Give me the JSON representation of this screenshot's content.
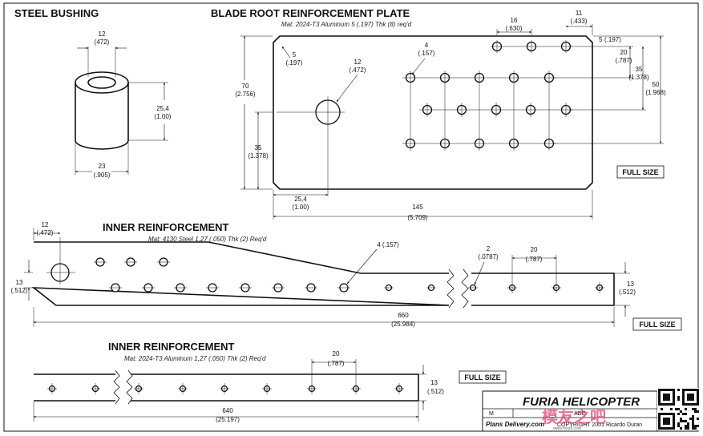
{
  "bushing": {
    "title": "STEEL BUSHING",
    "dim_top": "12",
    "dim_top_in": "(472)",
    "dim_h": "25,4",
    "dim_h_in": "(1.00)",
    "dim_w": "23",
    "dim_w_in": "(.905)"
  },
  "plate": {
    "title": "BLADE ROOT REINFORCEMENT PLATE",
    "material": "Mat: 2024-T3 Aluminum 5 (.197) Thk (8) req'd",
    "corner": "5",
    "corner_in": "(.197)",
    "small_hole": "4",
    "small_hole_in": "(.157)",
    "big_hole": "12",
    "big_hole_in": "(.472)",
    "pitch_16": "16",
    "pitch_16_in": "(.630)",
    "edge_11": "11",
    "edge_11_in": "(.433)",
    "edge_5": "5",
    "edge_5_in": "(.197)",
    "row_20": "20",
    "row_20_in": "(.787)",
    "row_35": "35",
    "row_35_in": "(1.378)",
    "row_50": "50",
    "row_50_in": "(1.968)",
    "height_70": "70",
    "height_70_in": "(2.756)",
    "left_35": "35",
    "left_35_in": "(1.378)",
    "bottom_254": "25,4",
    "bottom_254_in": "(1.00)",
    "length_145": "145",
    "length_145_in": "(5.709)",
    "scale": "FULL SIZE"
  },
  "inner1": {
    "title": "INNER REINFORCEMENT",
    "material": "Mat: 4130 Steel 1,27 (.050) Thk (2) Req'd",
    "hole_12": "12",
    "hole_12_in": "(.472)",
    "hole_4": "4 (.157)",
    "hole_2": "2",
    "hole_2_in": "(.0787)",
    "pitch_20": "20",
    "pitch_20_in": "(.787)",
    "left_13": "13",
    "left_13_in": "(.512)",
    "right_13": "13",
    "right_13_in": "(.512)",
    "length": "660",
    "length_in": "(25.984)",
    "scale": "FULL SIZE"
  },
  "inner2": {
    "title": "INNER REINFORCEMENT",
    "material": "Mat: 2024-T3 Aluminum 1,27 (.050) Thk (2) Req'd",
    "pitch_20": "20",
    "pitch_20_in": "(.787)",
    "right_13": "13",
    "right_13_in": "(.512)",
    "length": "640",
    "length_in": "(25.197)",
    "scale": "FULL SIZE"
  },
  "titleblock": {
    "brand": "FURIA HELICOPTER",
    "row1": "M",
    "row2": "ADE",
    "plans": "Plans Delivery.com",
    "copyright": "COPYRIGHT 2001 Ricardo Duran"
  },
  "watermark": {
    "text": "模友之吧",
    "url": "www.moz8.com"
  },
  "colors": {
    "ink": "#111111",
    "paper": "#ffffff",
    "watermark": "#e0457a"
  }
}
